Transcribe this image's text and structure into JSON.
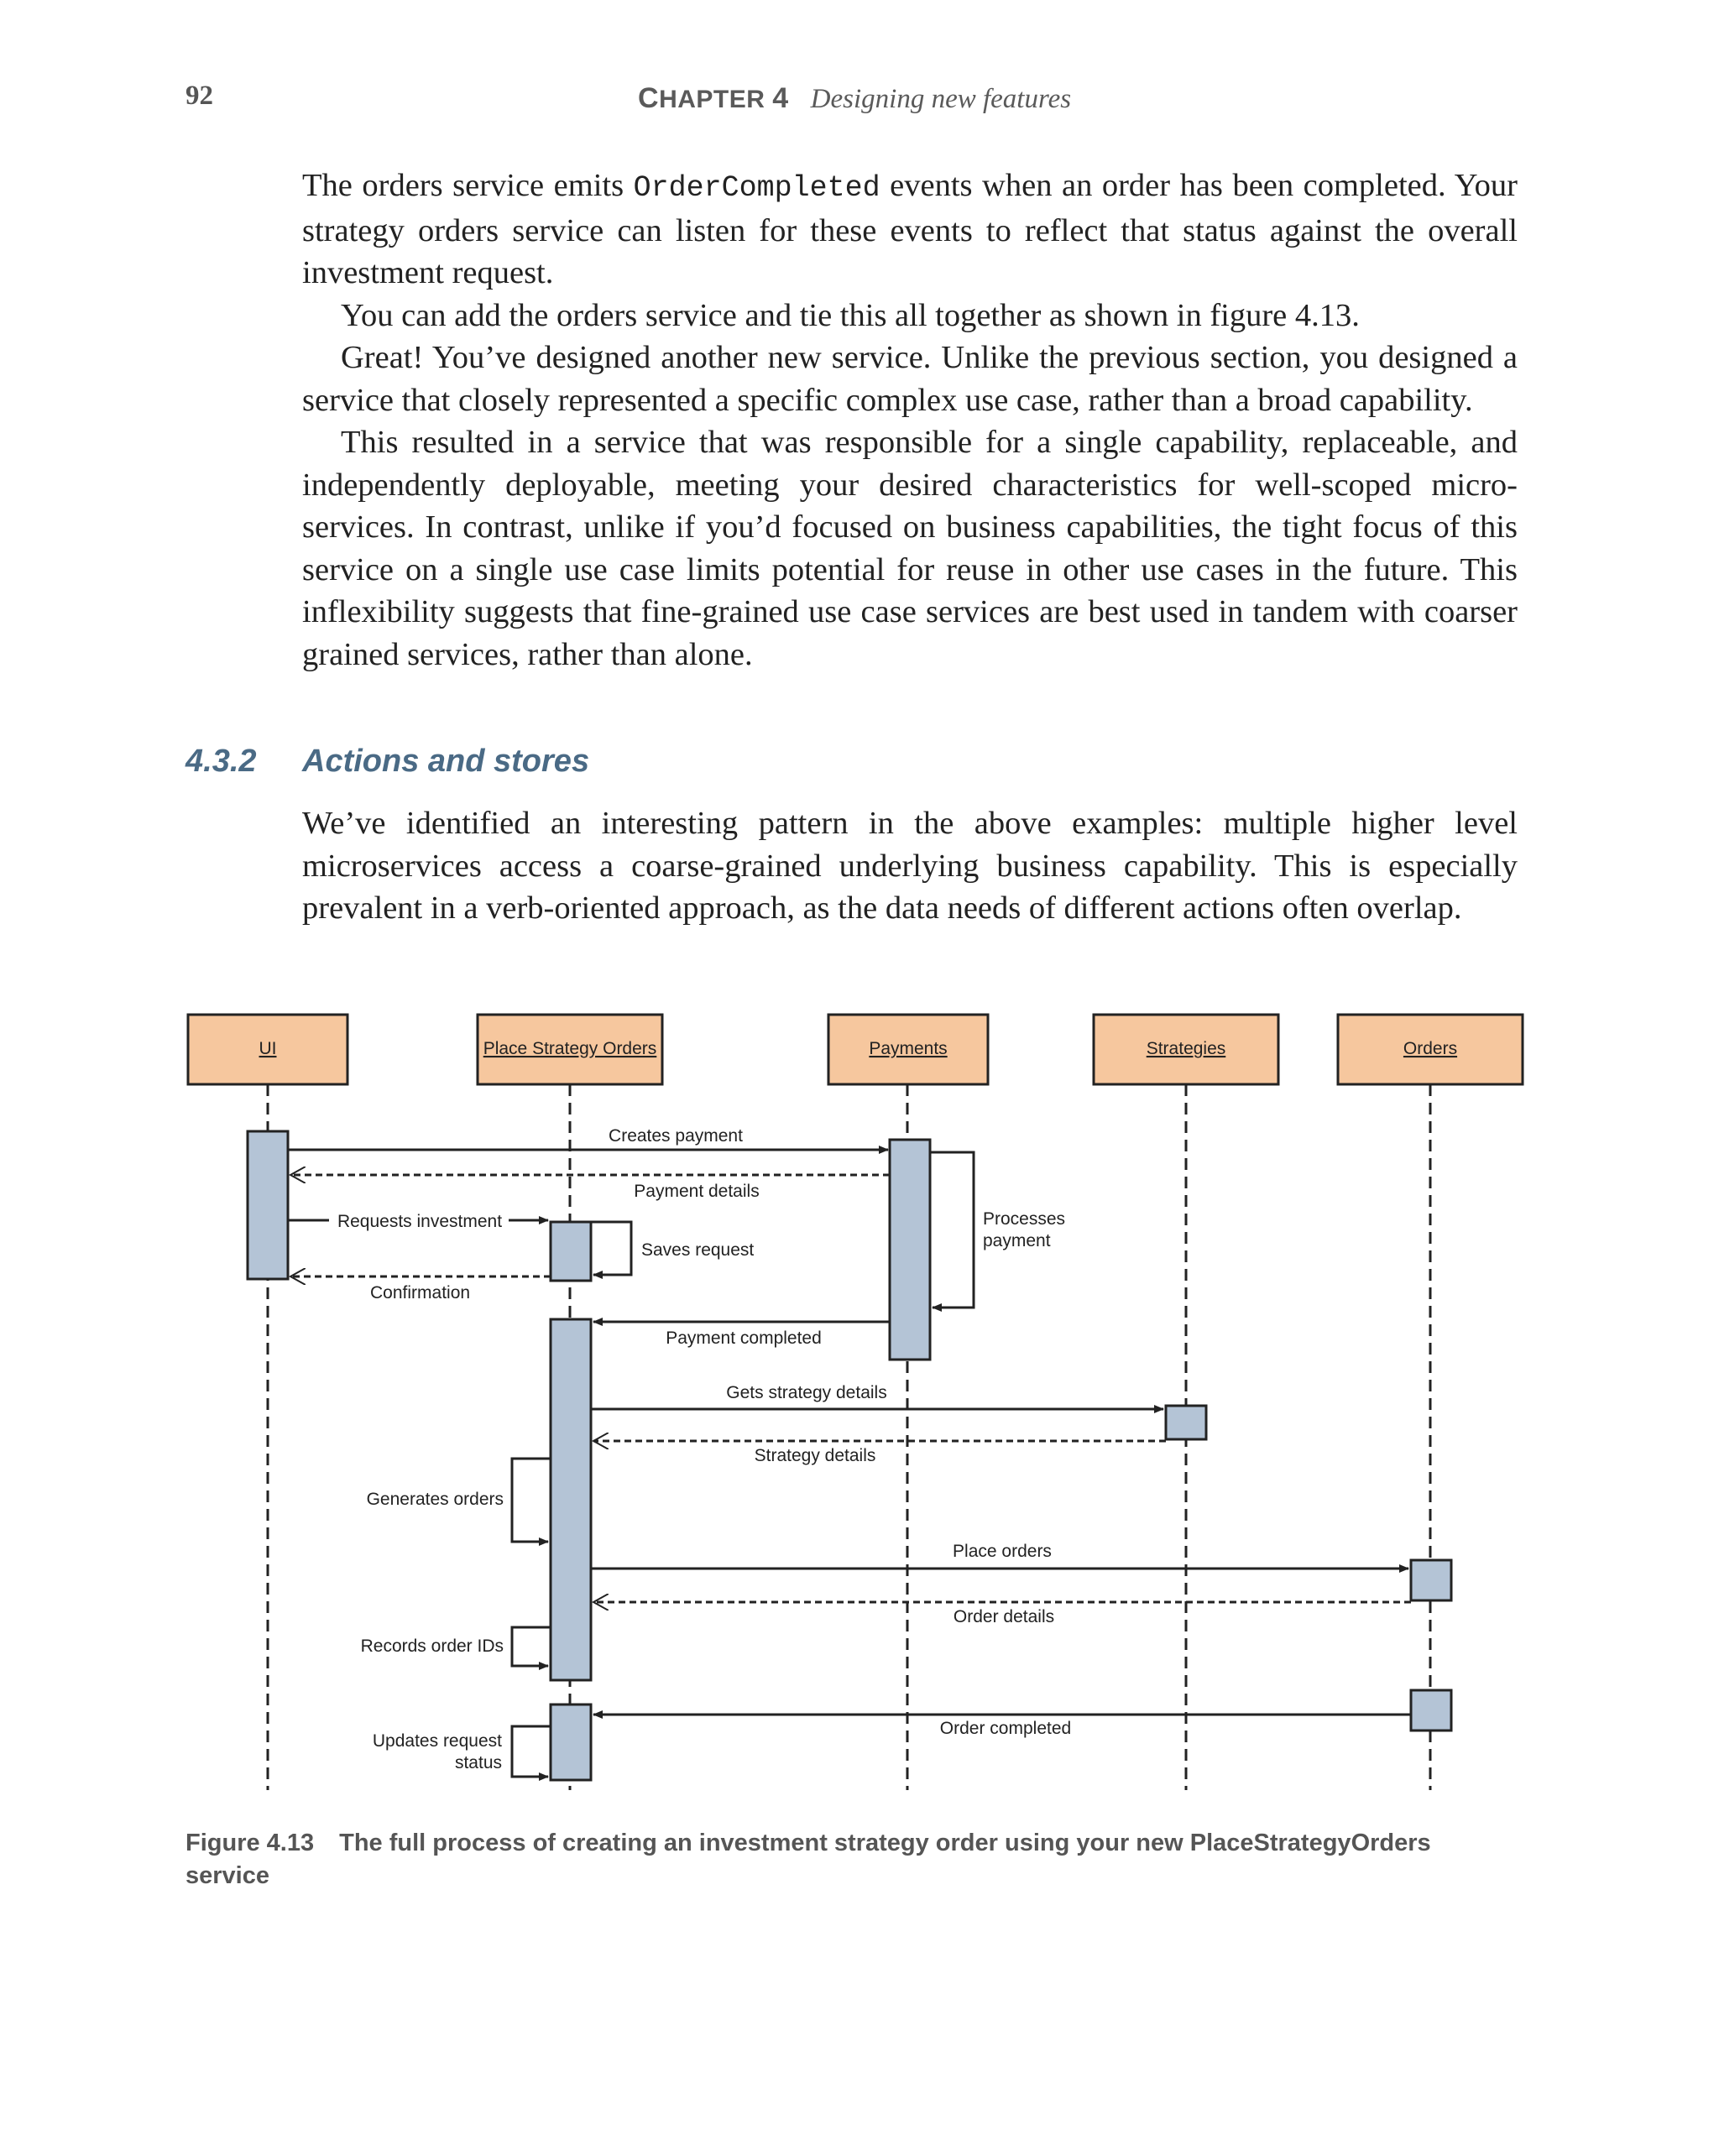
{
  "header": {
    "page_number": "92",
    "chapter_first": "C",
    "chapter_rest": "HAPTER",
    "chapter_number": "4",
    "chapter_title": "Designing new features"
  },
  "paragraphs": {
    "p1_a": "The orders service emits ",
    "p1_code": "OrderCompleted",
    "p1_b": " events when an order has been completed. Your strategy orders service can listen for these events to reflect that status against the overall investment request.",
    "p2": "You can add the orders service and tie this all together as shown in figure 4.13.",
    "p3": "Great! You’ve designed another new service. Unlike the previous section, you designed a service that closely represented a specific complex use case, rather than a broad capability.",
    "p4": "This resulted in a service that was responsible for a single capability, replaceable, and independently deployable, meeting your desired characteristics for well-scoped micro­services. In contrast, unlike if you’d focused on business capabilities, the tight focus of this service on a single use case limits potential for reuse in other use cases in the future. This inflexibility suggests that fine-grained use case services are best used in tandem with coarser grained services, rather than alone.",
    "p5": "We’ve identified an interesting pattern in the above examples: multiple higher level microservices access a coarse-grained underlying business capability. This is especially prevalent in a verb-oriented approach, as the data needs of different actions often overlap."
  },
  "section": {
    "number": "4.3.2",
    "title": "Actions and stores"
  },
  "diagram": {
    "colors": {
      "header_fill": "#f6c79e",
      "activation_fill": "#b4c4d6",
      "stroke": "#222222"
    },
    "participants": {
      "ui": "UI",
      "place_strategy_orders": "Place Strategy Orders",
      "payments": "Payments",
      "strategies": "Strategies",
      "orders": "Orders"
    },
    "messages": {
      "creates_payment": "Creates payment",
      "payment_details": "Payment details",
      "requests_investment": "Requests investment",
      "saves_request": "Saves request",
      "confirmation": "Confirmation",
      "processes_payment_1": "Processes",
      "processes_payment_2": "payment",
      "payment_completed": "Payment completed",
      "gets_strategy_details": "Gets strategy details",
      "strategy_details": "Strategy details",
      "generates_orders": "Generates orders",
      "place_orders": "Place orders",
      "order_details": "Order details",
      "records_order_ids": "Records order IDs",
      "updates_request_status_1": "Updates request",
      "updates_request_status_2": "status",
      "order_completed": "Order completed"
    }
  },
  "caption": {
    "label": "Figure 4.13",
    "text": "The full process of creating an investment strategy order using your new PlaceStrategyOrders service"
  }
}
